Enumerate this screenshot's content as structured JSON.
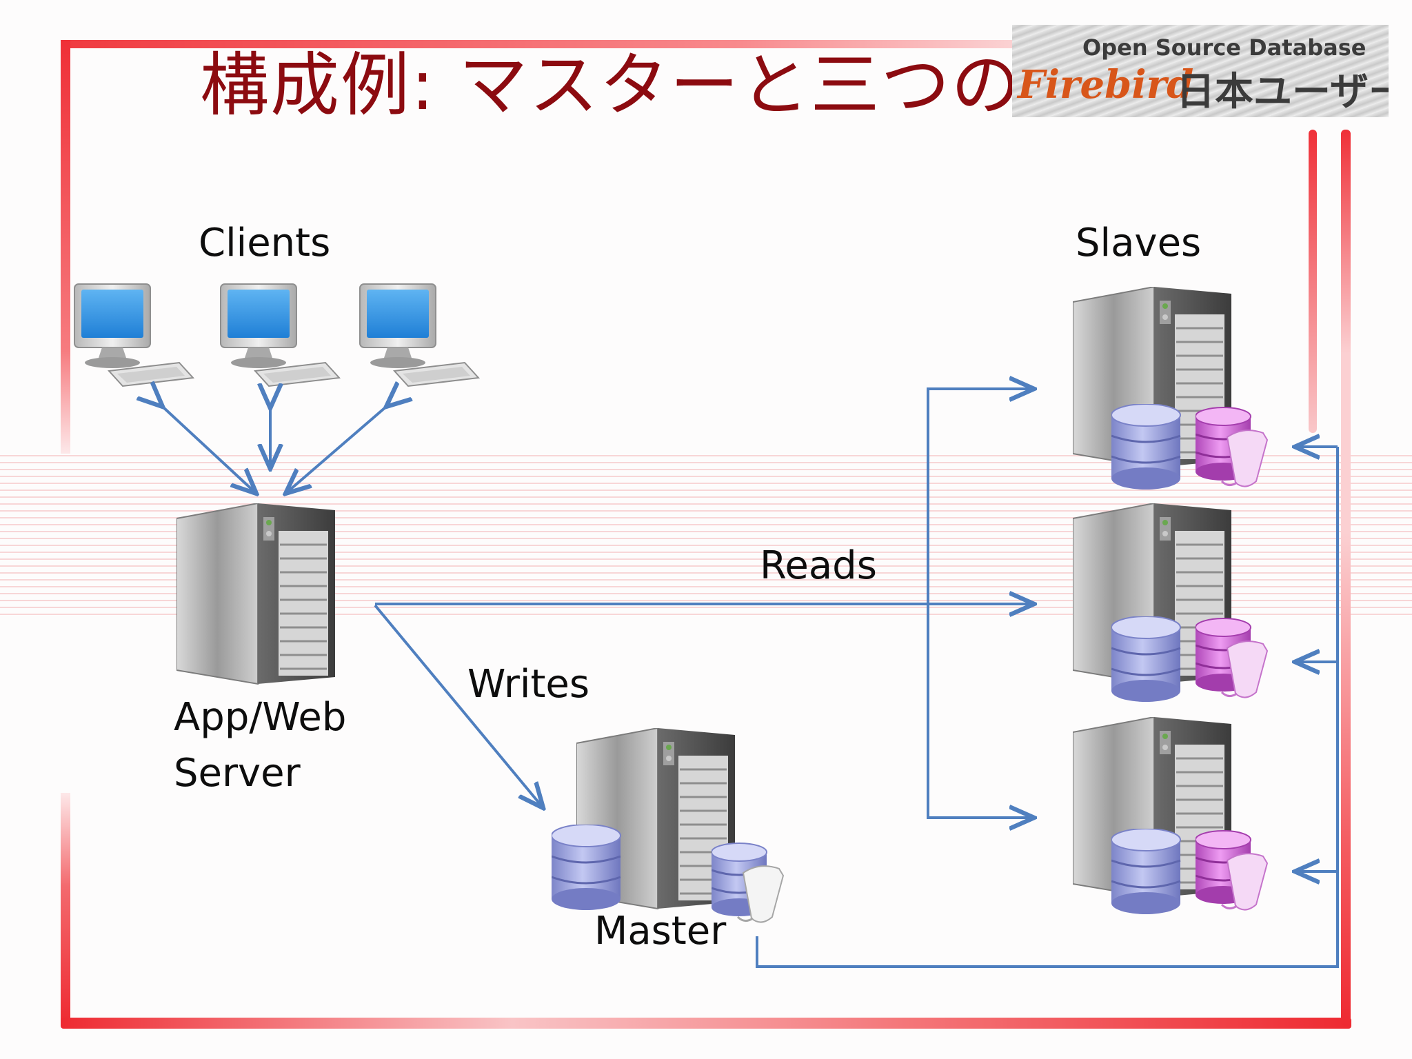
{
  "title": "構成例: マスターと三つのスレーブ",
  "logo": {
    "top_text": "Open Source Database",
    "brand": "Firebird",
    "group": "日本ユーザー会"
  },
  "labels": {
    "clients": "Clients",
    "slaves": "Slaves",
    "reads": "Reads",
    "writes": "Writes",
    "app_server_line1": "App/Web",
    "app_server_line2": "Server",
    "master": "Master"
  },
  "colors": {
    "title": "#8c0b10",
    "frame_red": "#ef3038",
    "arrow_blue": "#4f7fbf"
  },
  "icons": [
    "client-computer-icon",
    "server-tower-icon",
    "database-icon",
    "database-script-icon"
  ]
}
